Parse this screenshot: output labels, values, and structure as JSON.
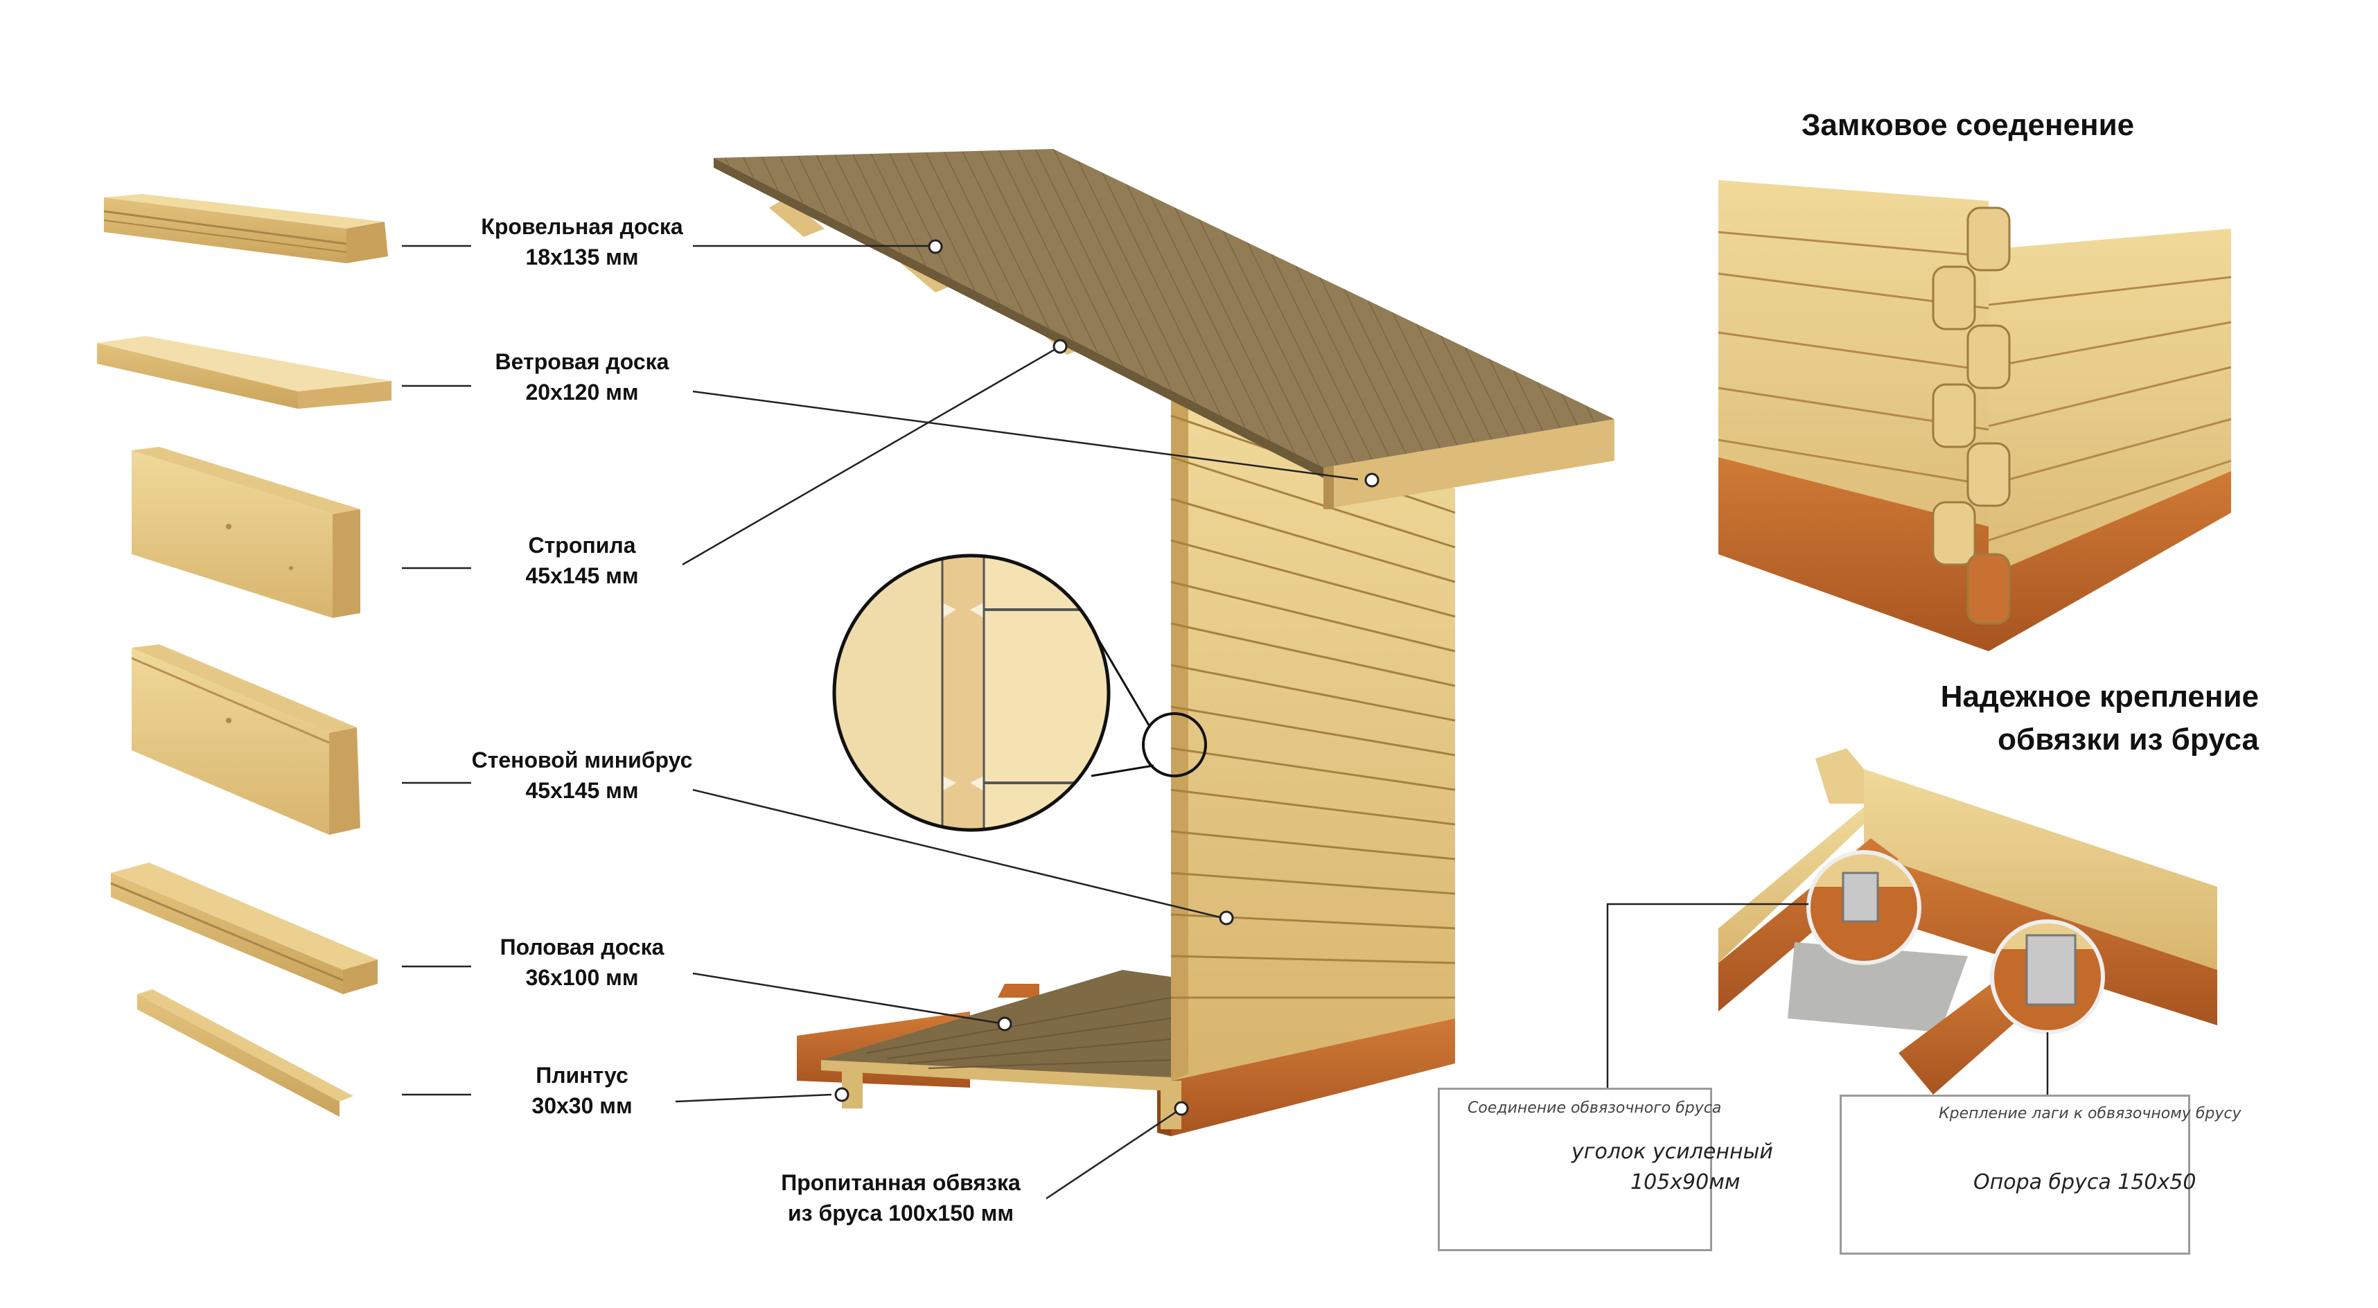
{
  "left_labels": [
    {
      "line1": "Кровельная доска",
      "line2": "18х135 мм"
    },
    {
      "line1": "Ветровая доска",
      "line2": "20х120 мм"
    },
    {
      "line1": "Стропила",
      "line2": "45х145 мм"
    },
    {
      "line1": "Стеновой минибрус",
      "line2": "45х145 мм"
    },
    {
      "line1": "Половая доска",
      "line2": "36х100 мм"
    },
    {
      "line1": "Плинтус",
      "line2": "30х30 мм"
    }
  ],
  "bottom_label": {
    "line1": "Пропитанная обвязка",
    "line2": "из бруса 100х150 мм"
  },
  "lock_title": "Замковое соеденение",
  "fastening_title": {
    "line1": "Надежное крепление",
    "line2": "обвязки из бруса"
  },
  "card_left": {
    "caption": "Соединение обвязочного бруса",
    "text1": "уголок усиленный",
    "text2": "105х90мм"
  },
  "card_right": {
    "caption": "Крепление лаги к обвязочному брусу",
    "text1": "Опора бруса 150х50"
  },
  "colors": {
    "wood_light": "#e8cd8c",
    "wood_mid": "#d9b872",
    "roof": "#8d7750",
    "sill": "#c46a2a",
    "line": "#222222"
  }
}
